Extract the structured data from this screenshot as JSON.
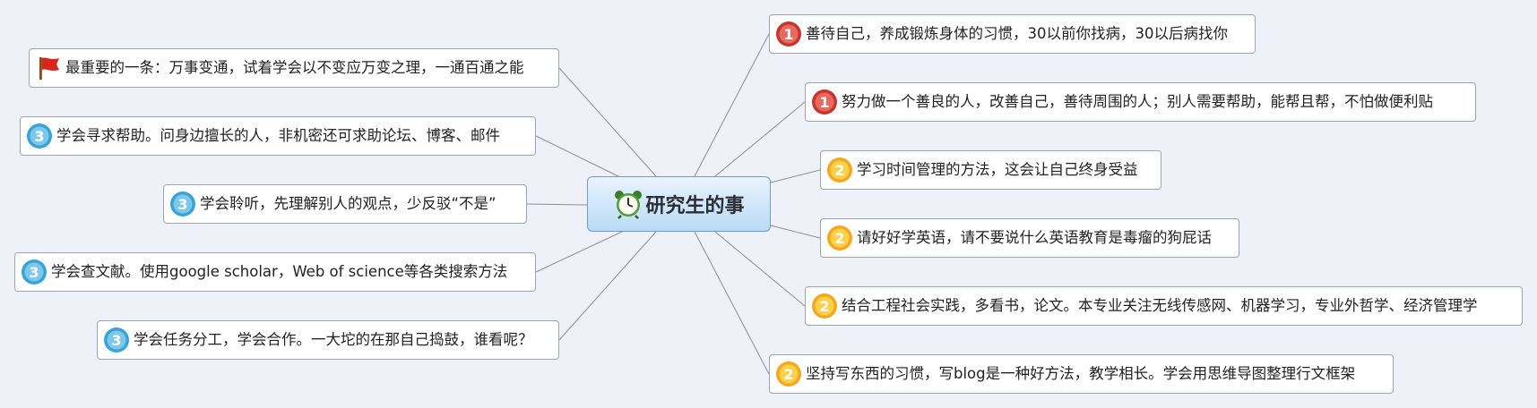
{
  "central": {
    "label": "研究生的事",
    "icon": "alarm-clock-icon"
  },
  "right_topics": [
    {
      "priority": "1",
      "icon": "priority-1-icon",
      "label": "善待自己，养成锻炼身体的习惯，30以前你找病，30以后病找你"
    },
    {
      "priority": "1",
      "icon": "priority-1-icon",
      "label": "努力做一个善良的人，改善自己，善待周围的人；别人需要帮助，能帮且帮，不怕做便利贴"
    },
    {
      "priority": "2",
      "icon": "priority-2-icon",
      "label": "学习时间管理的方法，这会让自己终身受益"
    },
    {
      "priority": "2",
      "icon": "priority-2-icon",
      "label": "请好好学英语，请不要说什么英语教育是毒瘤的狗屁话"
    },
    {
      "priority": "2",
      "icon": "priority-2-icon",
      "label": "结合工程社会实践，多看书，论文。本专业关注无线传感网、机器学习，专业外哲学、经济管理学"
    },
    {
      "priority": "2",
      "icon": "priority-2-icon",
      "label": "坚持写东西的习惯，写blog是一种好方法，教学相长。学会用思维导图整理行文框架"
    }
  ],
  "left_topics": [
    {
      "priority": "",
      "icon": "red-flag-icon",
      "label": "最重要的一条：万事变通，试着学会以不变应万变之理，一通百通之能"
    },
    {
      "priority": "3",
      "icon": "priority-3-icon",
      "label": "学会寻求帮助。问身边擅长的人，非机密还可求助论坛、博客、邮件"
    },
    {
      "priority": "3",
      "icon": "priority-3-icon",
      "label": "学会聆听，先理解别人的观点，少反驳“不是”"
    },
    {
      "priority": "3",
      "icon": "priority-3-icon",
      "label": "学会查文献。使用google scholar，Web of science等各类搜索方法"
    },
    {
      "priority": "3",
      "icon": "priority-3-icon",
      "label": "学会任务分工，学会合作。一大坨的在那自己捣鼓，谁看呢？"
    }
  ],
  "colors": {
    "priority_1": "#c8342e",
    "priority_2": "#f4a81d",
    "priority_3": "#3aa3d6",
    "connector": "#8c9096",
    "central_fill": "#c9e3f8"
  }
}
